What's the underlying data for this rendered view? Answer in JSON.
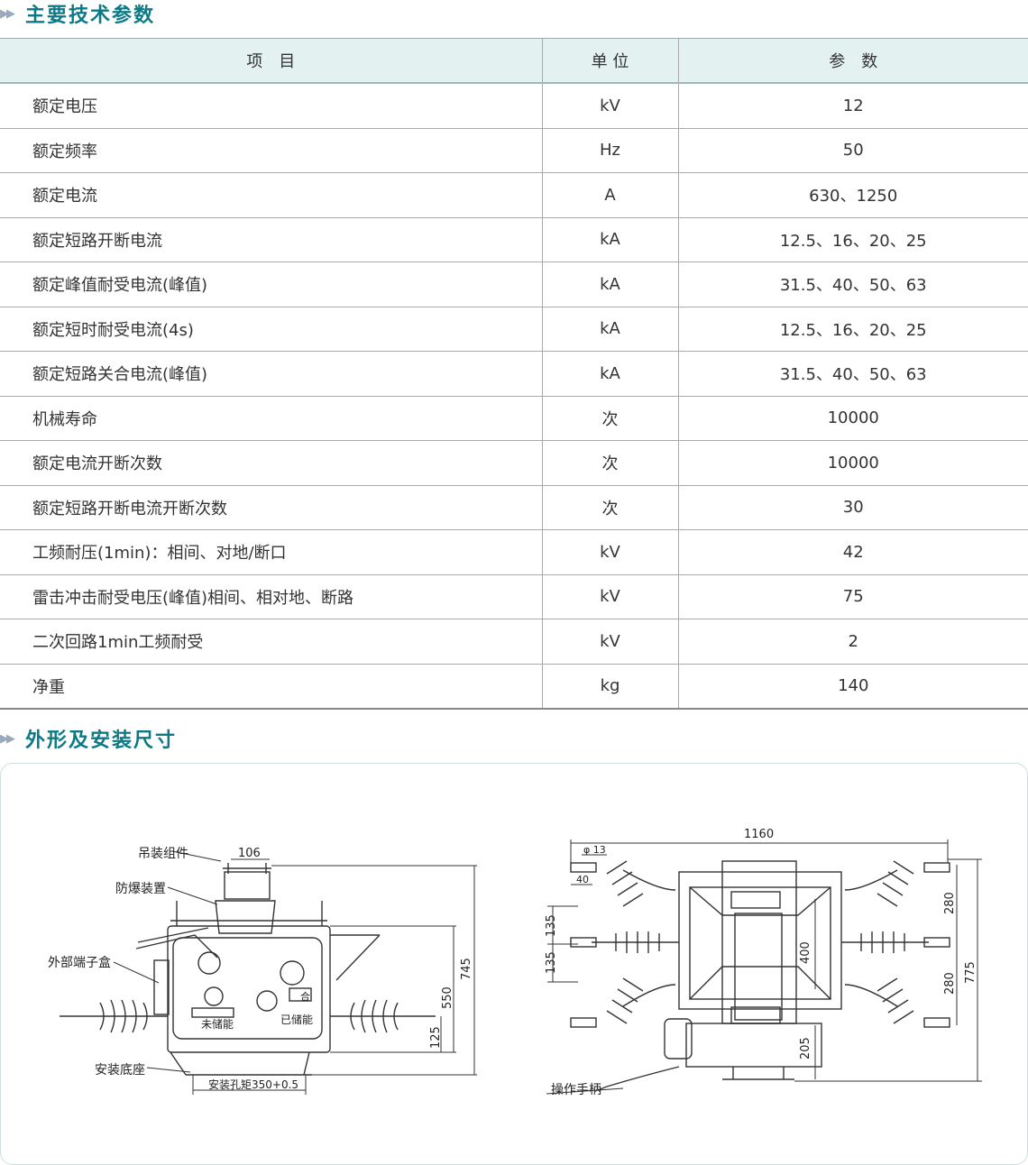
{
  "section1": {
    "title": "主要技术参数"
  },
  "table": {
    "headers": [
      "项　目",
      "单 位",
      "参　数"
    ],
    "rows": [
      [
        "额定电压",
        "kV",
        "12"
      ],
      [
        "额定频率",
        "Hz",
        "50"
      ],
      [
        "额定电流",
        "A",
        "630、1250"
      ],
      [
        "额定短路开断电流",
        "kA",
        "12.5、16、20、25"
      ],
      [
        "额定峰值耐受电流(峰值)",
        "kA",
        "31.5、40、50、63"
      ],
      [
        "额定短时耐受电流(4s)",
        "kA",
        "12.5、16、20、25"
      ],
      [
        "额定短路关合电流(峰值)",
        "kA",
        "31.5、40、50、63"
      ],
      [
        "机械寿命",
        "次",
        "10000"
      ],
      [
        "额定电流开断次数",
        "次",
        "10000"
      ],
      [
        "额定短路开断电流开断次数",
        "次",
        "30"
      ],
      [
        "工频耐压(1min)：相间、对地/断口",
        "kV",
        "42"
      ],
      [
        "雷击冲击耐受电压(峰值)相间、相对地、断路",
        "kV",
        "75"
      ],
      [
        "二次回路1min工频耐受",
        "kV",
        "2"
      ],
      [
        "净重",
        "kg",
        "140"
      ]
    ]
  },
  "section2": {
    "title": "外形及安装尺寸"
  },
  "front_view": {
    "labels": {
      "lifting": "吊装组件",
      "explosion": "防爆装置",
      "terminal_box": "外部端子盒",
      "base": "安装底座",
      "not_stored": "未储能",
      "stored": "已储能",
      "close": "合",
      "hole_spacing": "安装孔矩350+0.5"
    },
    "dims": {
      "d106": "106",
      "d745": "745",
      "d550": "550",
      "d125": "125"
    }
  },
  "top_view": {
    "labels": {
      "handle": "操作手柄"
    },
    "dims": {
      "d1160": "1160",
      "d13": "φ 13",
      "d40": "40",
      "d135a": "135",
      "d135b": "135",
      "d400": "400",
      "d280a": "280",
      "d280b": "280",
      "d775": "775",
      "d205": "205"
    }
  }
}
